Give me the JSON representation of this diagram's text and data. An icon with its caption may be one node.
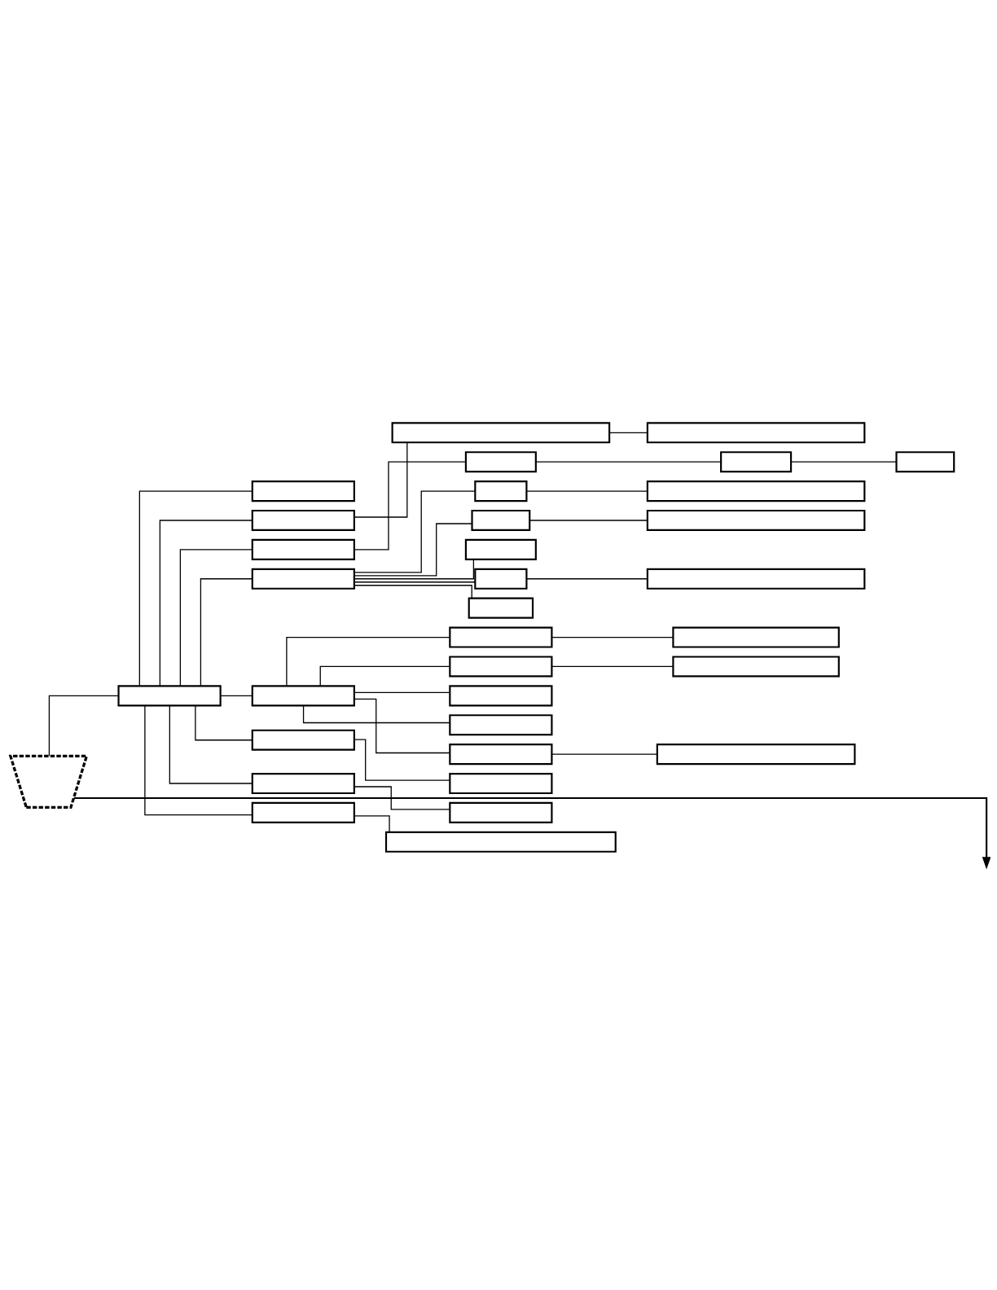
{
  "diagram": {
    "nodes": [
      {
        "text": [],
        "shape": "trapezoid"
      },
      {
        "text": [],
        "shape": "box"
      },
      {
        "text": [],
        "shape": "box"
      },
      {
        "text": [],
        "shape": "box"
      },
      {
        "text": [],
        "shape": "box"
      },
      {
        "text": [],
        "shape": "box"
      },
      {
        "text": [],
        "shape": "box"
      },
      {
        "text": [],
        "shape": "box"
      },
      {
        "text": [],
        "shape": "box"
      },
      {
        "text": [],
        "shape": "box"
      },
      {
        "text": [],
        "shape": "box"
      },
      {
        "text": [],
        "shape": "box"
      },
      {
        "text": [],
        "shape": "box"
      },
      {
        "text": [],
        "shape": "box"
      },
      {
        "text": [],
        "shape": "box"
      },
      {
        "text": [],
        "shape": "box"
      },
      {
        "text": [],
        "shape": "box"
      },
      {
        "text": [],
        "shape": "box"
      },
      {
        "text": [],
        "shape": "box"
      },
      {
        "text": [],
        "shape": "box"
      },
      {
        "text": [],
        "shape": "box"
      },
      {
        "text": [],
        "shape": "box"
      },
      {
        "text": [],
        "shape": "box"
      },
      {
        "text": [],
        "shape": "box"
      },
      {
        "text": [],
        "shape": "box"
      },
      {
        "text": [],
        "shape": "box"
      },
      {
        "text": [],
        "shape": "box"
      },
      {
        "text": [],
        "shape": "box"
      },
      {
        "text": [],
        "shape": "box"
      },
      {
        "text": [],
        "shape": "box"
      },
      {
        "text": [],
        "shape": "box"
      },
      {
        "text": [],
        "shape": "box"
      },
      {
        "text": [],
        "shape": "box"
      },
      {
        "text": [],
        "shape": "box"
      }
    ],
    "edges": [
      {
        "from": 0,
        "to": null,
        "arrow": "to"
      },
      {
        "from": 0,
        "to": 1,
        "arrow": "none"
      },
      {
        "from": 1,
        "to": 2,
        "arrow": "none"
      },
      {
        "from": 1,
        "to": 3,
        "arrow": "none"
      },
      {
        "from": 3,
        "to": 4,
        "arrow": "none"
      },
      {
        "from": 4,
        "to": 5,
        "arrow": "none"
      },
      {
        "from": 1,
        "to": 6,
        "arrow": "none"
      },
      {
        "from": 6,
        "to": 7,
        "arrow": "none"
      },
      {
        "from": 7,
        "to": 8,
        "arrow": "none"
      },
      {
        "from": 8,
        "to": 9,
        "arrow": "none"
      },
      {
        "from": 1,
        "to": 10,
        "arrow": "none"
      },
      {
        "from": 10,
        "to": 11,
        "arrow": "none"
      },
      {
        "from": 11,
        "to": 12,
        "arrow": "none"
      },
      {
        "from": 10,
        "to": 13,
        "arrow": "none"
      },
      {
        "from": 13,
        "to": 14,
        "arrow": "none"
      },
      {
        "from": 10,
        "to": 15,
        "arrow": "none"
      },
      {
        "from": 10,
        "to": 16,
        "arrow": "none"
      },
      {
        "from": 16,
        "to": 17,
        "arrow": "none"
      },
      {
        "from": 10,
        "to": 18,
        "arrow": "none"
      },
      {
        "from": 1,
        "to": 19,
        "arrow": "none"
      },
      {
        "from": 19,
        "to": 20,
        "arrow": "none"
      },
      {
        "from": 20,
        "to": 21,
        "arrow": "none"
      },
      {
        "from": 19,
        "to": 22,
        "arrow": "none"
      },
      {
        "from": 22,
        "to": 23,
        "arrow": "none"
      },
      {
        "from": 19,
        "to": 24,
        "arrow": "none"
      },
      {
        "from": 19,
        "to": 25,
        "arrow": "none"
      },
      {
        "from": 19,
        "to": 26,
        "arrow": "none"
      },
      {
        "from": 26,
        "to": 27,
        "arrow": "none"
      },
      {
        "from": 1,
        "to": 28,
        "arrow": "none"
      },
      {
        "from": 28,
        "to": 29,
        "arrow": "none"
      },
      {
        "from": 1,
        "to": 30,
        "arrow": "none"
      },
      {
        "from": 30,
        "to": 31,
        "arrow": "none"
      },
      {
        "from": 1,
        "to": 32,
        "arrow": "none"
      },
      {
        "from": 32,
        "to": 33,
        "arrow": "none"
      }
    ]
  }
}
